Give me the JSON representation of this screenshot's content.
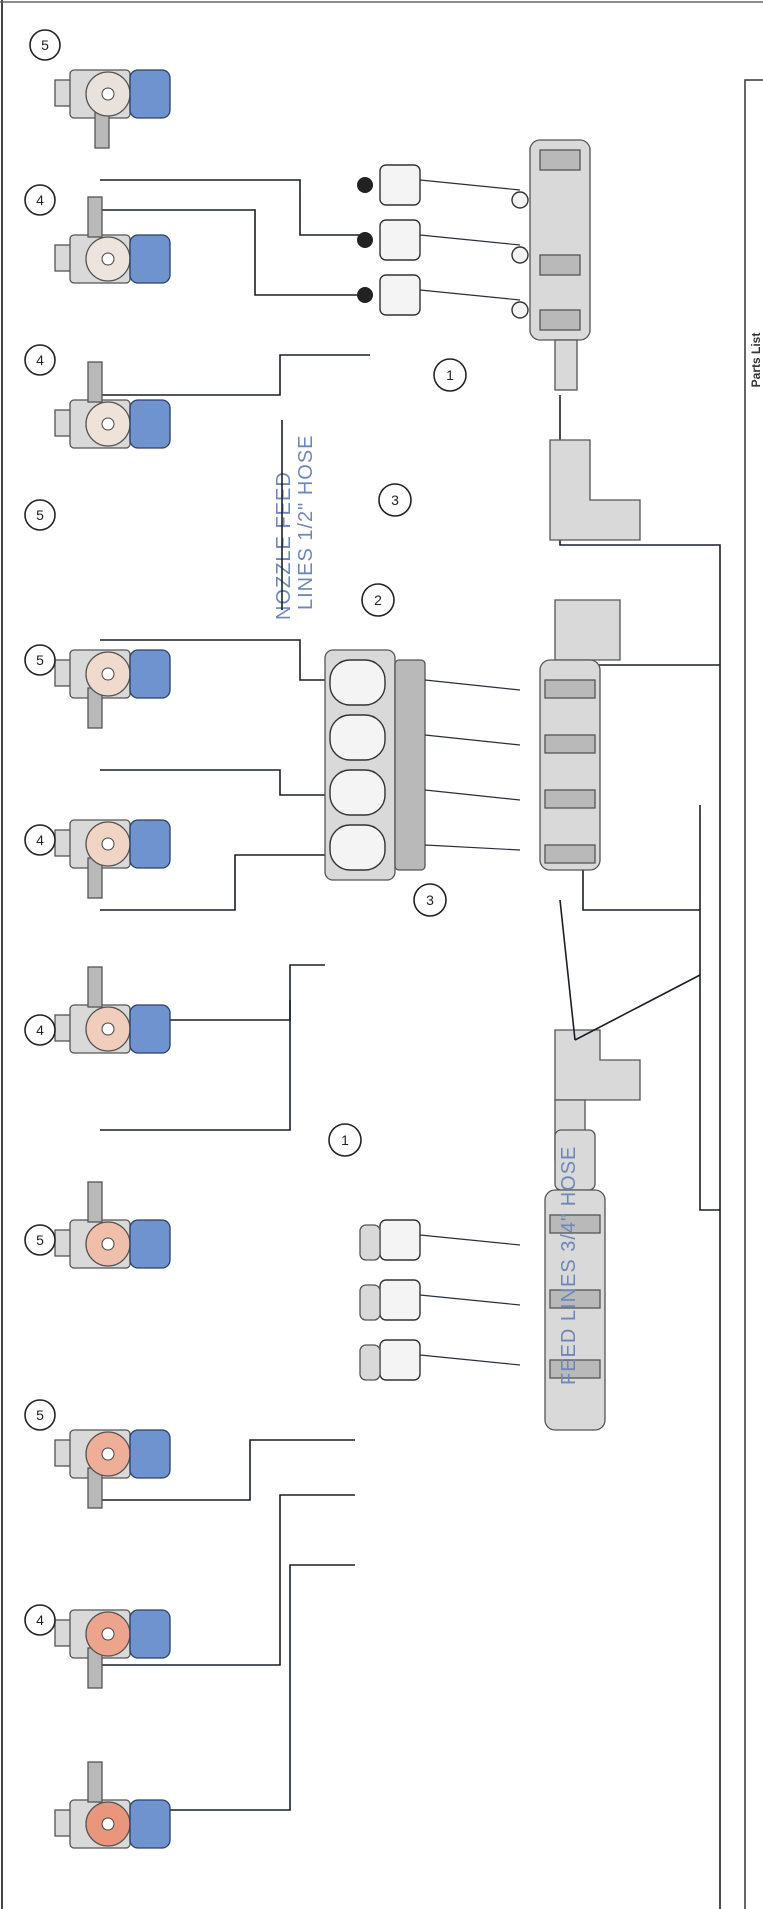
{
  "labels": {
    "nozzle_line1": "NOZZLE FEED",
    "nozzle_line2": "LINES 1/2\" HOSE",
    "feed_lines": "FEED LINES 3/4\" HOSE",
    "parts_list_title": "Parts List"
  },
  "callouts": [
    "1",
    "2",
    "3",
    "4",
    "5"
  ],
  "colors": {
    "ink": "#1b1e2a",
    "label_blue": "#6f86b8",
    "valve_blue": "#6f93cf",
    "valve_salmon": "#e9a48f",
    "metal": "#d9d9d9"
  }
}
